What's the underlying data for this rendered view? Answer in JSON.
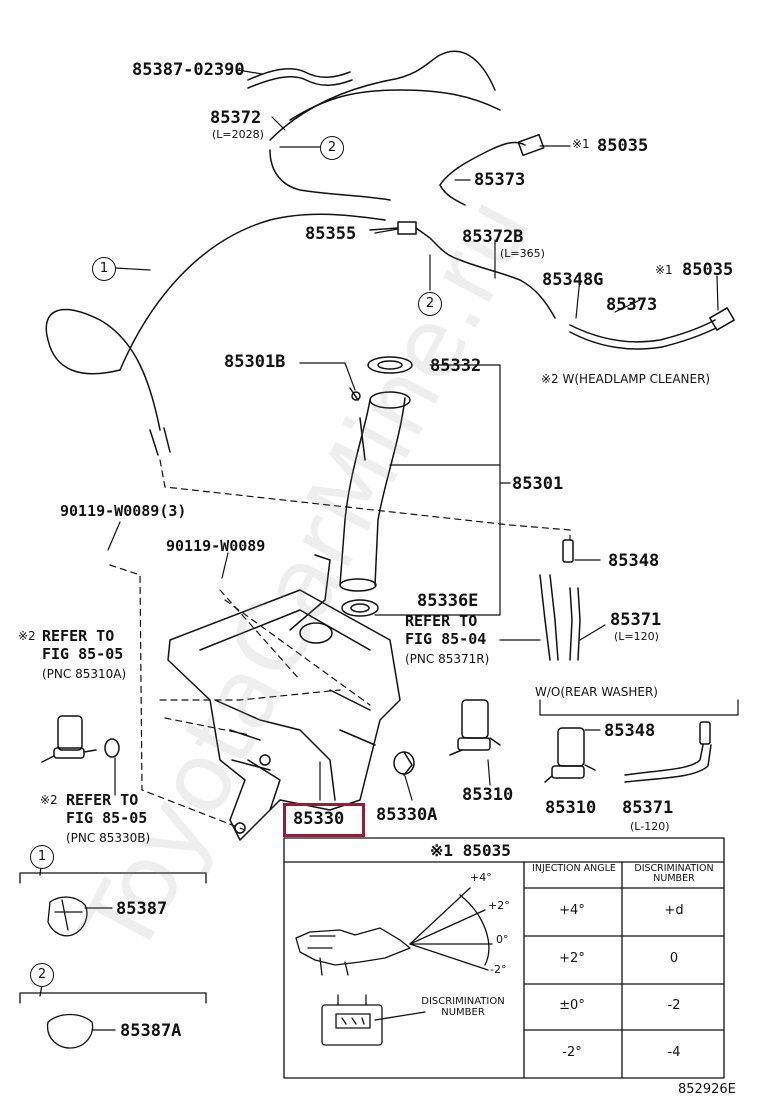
{
  "watermark": "ToyotaCarMine.ru",
  "diagram_id": "852926E",
  "highlight_color": "#9b1a3a",
  "parts": {
    "p85387_02390": "85387-02390",
    "p85372": "85372",
    "p85372_len": "(L=2028)",
    "p85035_top": "85035",
    "p85035_top_mark": "※1",
    "p85373_top": "85373",
    "p85355": "85355",
    "p85372b": "85372B",
    "p85372b_len": "(L=365)",
    "p85348g": "85348G",
    "p85035_right": "85035",
    "p85035_right_mark": "※1",
    "p85373_right": "85373",
    "p85301b": "85301B",
    "p85332": "85332",
    "headlamp_note": "※2 W(HEADLAMP CLEANER)",
    "p85301": "85301",
    "p90119_w0089_3": "90119-W0089(3)",
    "p90119_w0089": "90119-W0089",
    "p85348_a": "85348",
    "p85336e": "85336E",
    "ref_85_04_line1": "REFER TO",
    "ref_85_04_line2": "FIG 85-04",
    "ref_85_04_pnc": "(PNC 85371R)",
    "p85371_a": "85371",
    "p85371_a_len": "(L=120)",
    "ref_85_05a_mark": "※2",
    "ref_85_05a_line1": "REFER TO",
    "ref_85_05a_line2": "FIG 85-05",
    "ref_85_05a_pnc": "(PNC 85310A)",
    "wo_rear_washer": "W/O(REAR WASHER)",
    "p85348_b": "85348",
    "p85310_a": "85310",
    "p85310_b": "85310",
    "p85371_b": "85371",
    "p85371_b_len": "(L-120)",
    "ref_85_05b_mark": "※2",
    "ref_85_05b_line1": "REFER TO",
    "ref_85_05b_line2": "FIG 85-05",
    "ref_85_05b_pnc": "(PNC 85330B)",
    "p85330": "85330",
    "p85330a": "85330A"
  },
  "inset1": {
    "circle": "1",
    "part": "85387"
  },
  "inset2": {
    "circle": "2",
    "part": "85387A"
  },
  "circle_marks": {
    "c1_main": "1",
    "c2_top": "2",
    "c2_mid": "2"
  },
  "detail_table": {
    "title": "※1 85035",
    "headers": [
      "INJECTION ANGLE",
      "DISCRIMINATION NUMBER"
    ],
    "rows": [
      [
        "+4°",
        "+d"
      ],
      [
        "+2°",
        "0"
      ],
      [
        "±0°",
        "-2"
      ],
      [
        "-2°",
        "-4"
      ]
    ],
    "angle_marks": [
      "+4°",
      "+2°",
      "0°",
      "-2°"
    ],
    "discrimination_label": "DISCRIMINATION NUMBER"
  }
}
